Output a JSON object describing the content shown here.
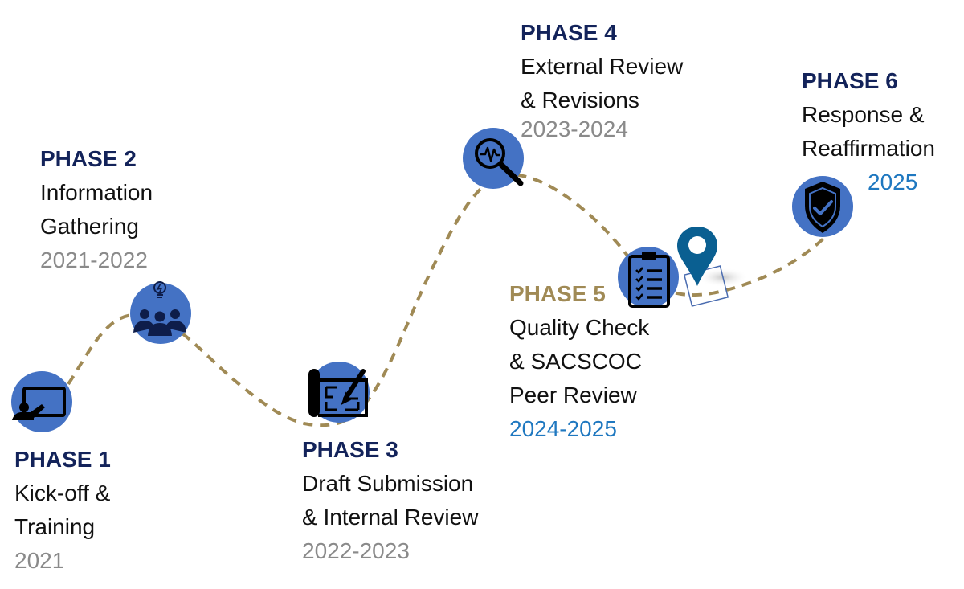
{
  "title": "Accreditation Timeline",
  "colors": {
    "node_fill": "#4472c4",
    "path_dash": "#a08a55",
    "phase_title": "#13235a",
    "phase5_title": "#a08a55",
    "years_past": "#8a8a8a",
    "years_current": "#1f78c0",
    "marker": "#0a5f91"
  },
  "phases": [
    {
      "phase": "PHASE 1",
      "desc": [
        "Kick-off &",
        "Training"
      ],
      "years": "2021",
      "icon": "presentation-icon",
      "status": "past"
    },
    {
      "phase": "PHASE 2",
      "desc": [
        "Information",
        "Gathering"
      ],
      "years": "2021-2022",
      "icon": "team-idea-icon",
      "status": "past"
    },
    {
      "phase": "PHASE 3",
      "desc": [
        "Draft Submission",
        "& Internal Review"
      ],
      "years": "2022-2023",
      "icon": "blueprint-pencil-icon",
      "status": "past"
    },
    {
      "phase": "PHASE 4",
      "desc": [
        "External Review",
        "& Revisions"
      ],
      "years": "2023-2024",
      "icon": "magnifier-pulse-icon",
      "status": "past"
    },
    {
      "phase": "PHASE 5",
      "desc": [
        "Quality Check",
        "& SACSCOC",
        "Peer Review"
      ],
      "years": "2024-2025",
      "icon": "clipboard-checklist-icon",
      "status": "current"
    },
    {
      "phase": "PHASE 6",
      "desc": [
        "Response &",
        "Reaffirmation"
      ],
      "years": "2025",
      "icon": "shield-check-icon",
      "status": "upcoming"
    }
  ],
  "current_marker": {
    "icon": "map-pin-icon",
    "between": [
      "PHASE 5",
      "PHASE 6"
    ]
  }
}
